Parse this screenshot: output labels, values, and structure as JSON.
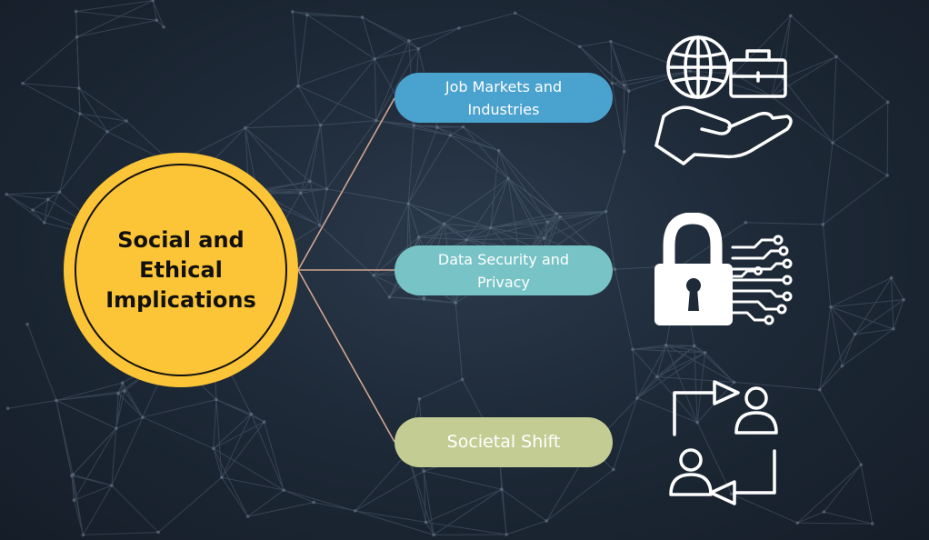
{
  "hub": {
    "label": "Social and Ethical Implications",
    "fill_color": "#fcc437"
  },
  "branches": [
    {
      "label": "Job Markets and Industries",
      "color": "#4aa2cf",
      "icon": "globe-briefcase-hand-icon"
    },
    {
      "label": "Data Security and Privacy",
      "color": "#77c3c6",
      "icon": "padlock-circuit-icon"
    },
    {
      "label": "Societal Shift",
      "color": "#c3cd93",
      "icon": "people-exchange-icon"
    }
  ],
  "connector_color": "#d1a493",
  "icon_color": "#ffffff"
}
